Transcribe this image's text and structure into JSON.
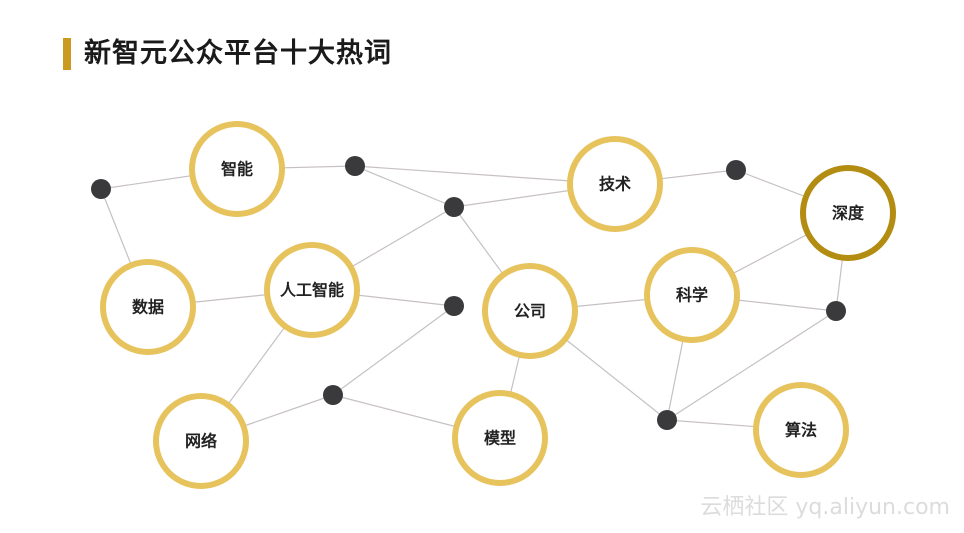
{
  "title": "新智元公众平台十大热词",
  "watermark": "云栖社区 yq.aliyun.com",
  "colors": {
    "ring": "#e7c35e",
    "ring_dark": "#b38c12",
    "hub": "#3a3a3c",
    "edge": "#c6c0c4",
    "accent": "#c99a1f"
  },
  "nodes": [
    {
      "id": "zhineng",
      "label": "智能",
      "style": "normal"
    },
    {
      "id": "shuju",
      "label": "数据",
      "style": "normal"
    },
    {
      "id": "rengong",
      "label": "人工智能",
      "style": "normal"
    },
    {
      "id": "wangluo",
      "label": "网络",
      "style": "normal"
    },
    {
      "id": "gongsi",
      "label": "公司",
      "style": "normal"
    },
    {
      "id": "moxing",
      "label": "模型",
      "style": "normal"
    },
    {
      "id": "jishu",
      "label": "技术",
      "style": "normal"
    },
    {
      "id": "kexue",
      "label": "科学",
      "style": "normal"
    },
    {
      "id": "shendu",
      "label": "深度",
      "style": "dark"
    },
    {
      "id": "suanfa",
      "label": "算法",
      "style": "normal"
    }
  ],
  "hubs": [
    "h1",
    "h2",
    "h3",
    "h4",
    "h5",
    "h6",
    "h7",
    "h8"
  ],
  "edges": [
    [
      "h1",
      "zhineng"
    ],
    [
      "h1",
      "shuju"
    ],
    [
      "zhineng",
      "h2"
    ],
    [
      "h2",
      "h3"
    ],
    [
      "h2",
      "jishu"
    ],
    [
      "h3",
      "jishu"
    ],
    [
      "h3",
      "rengong"
    ],
    [
      "h3",
      "gongsi"
    ],
    [
      "jishu",
      "h5"
    ],
    [
      "h5",
      "shendu"
    ],
    [
      "shuju",
      "rengong"
    ],
    [
      "rengong",
      "h4"
    ],
    [
      "rengong",
      "wangluo"
    ],
    [
      "h4",
      "h6"
    ],
    [
      "h6",
      "wangluo"
    ],
    [
      "h6",
      "moxing"
    ],
    [
      "gongsi",
      "moxing"
    ],
    [
      "gongsi",
      "kexue"
    ],
    [
      "gongsi",
      "h8"
    ],
    [
      "kexue",
      "shendu"
    ],
    [
      "kexue",
      "h7"
    ],
    [
      "kexue",
      "h8"
    ],
    [
      "shendu",
      "h7"
    ],
    [
      "h7",
      "h8"
    ],
    [
      "h8",
      "suanfa"
    ]
  ]
}
